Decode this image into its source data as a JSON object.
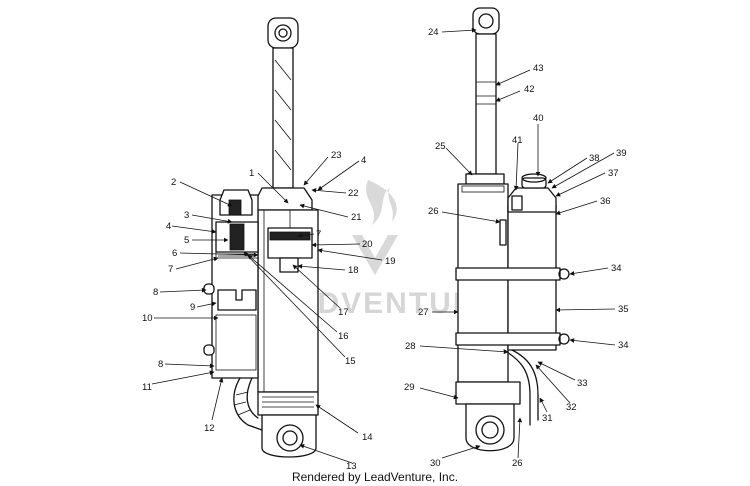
{
  "footer_text": "Rendered by LeadVenture, Inc.",
  "watermark_text": "LEADVENTURE",
  "callouts": {
    "c1": "1",
    "c2": "2",
    "c3": "3",
    "c4a": "4",
    "c4b": "4",
    "c5": "5",
    "c6": "6",
    "c7a": "7",
    "c7b": "7",
    "c8a": "8",
    "c8b": "8",
    "c9": "9",
    "c10": "10",
    "c11": "11",
    "c12": "12",
    "c13": "13",
    "c14": "14",
    "c15": "15",
    "c16": "16",
    "c17": "17",
    "c18": "18",
    "c19": "19",
    "c20": "20",
    "c21": "21",
    "c22": "22",
    "c23": "23",
    "c24": "24",
    "c25": "25",
    "c26a": "26",
    "c26b": "26",
    "c27": "27",
    "c28": "28",
    "c29": "29",
    "c30": "30",
    "c31": "31",
    "c32": "32",
    "c33": "33",
    "c34a": "34",
    "c34b": "34",
    "c35": "35",
    "c36": "36",
    "c37": "37",
    "c38": "38",
    "c39": "39",
    "c40": "40",
    "c41": "41",
    "c42": "42",
    "c43": "43"
  }
}
